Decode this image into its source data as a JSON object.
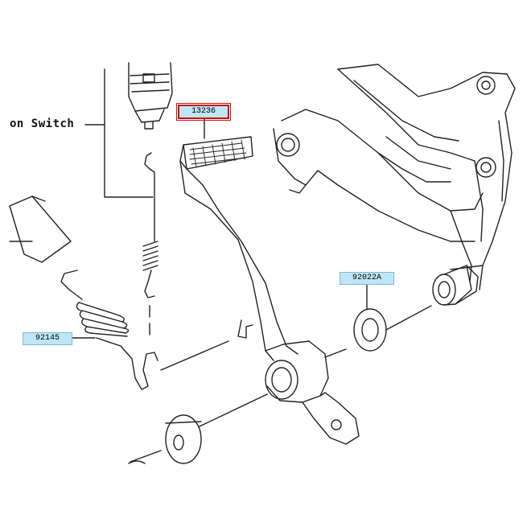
{
  "callouts": {
    "switch_label": "on Switch",
    "pedal_part": "13236",
    "washer_part": "92022A",
    "spring_part": "92145"
  },
  "colors": {
    "line": "#222222",
    "label_fill": "#bfe6f6",
    "label_border": "#7fb9d3",
    "selected_border": "#cc1111"
  }
}
